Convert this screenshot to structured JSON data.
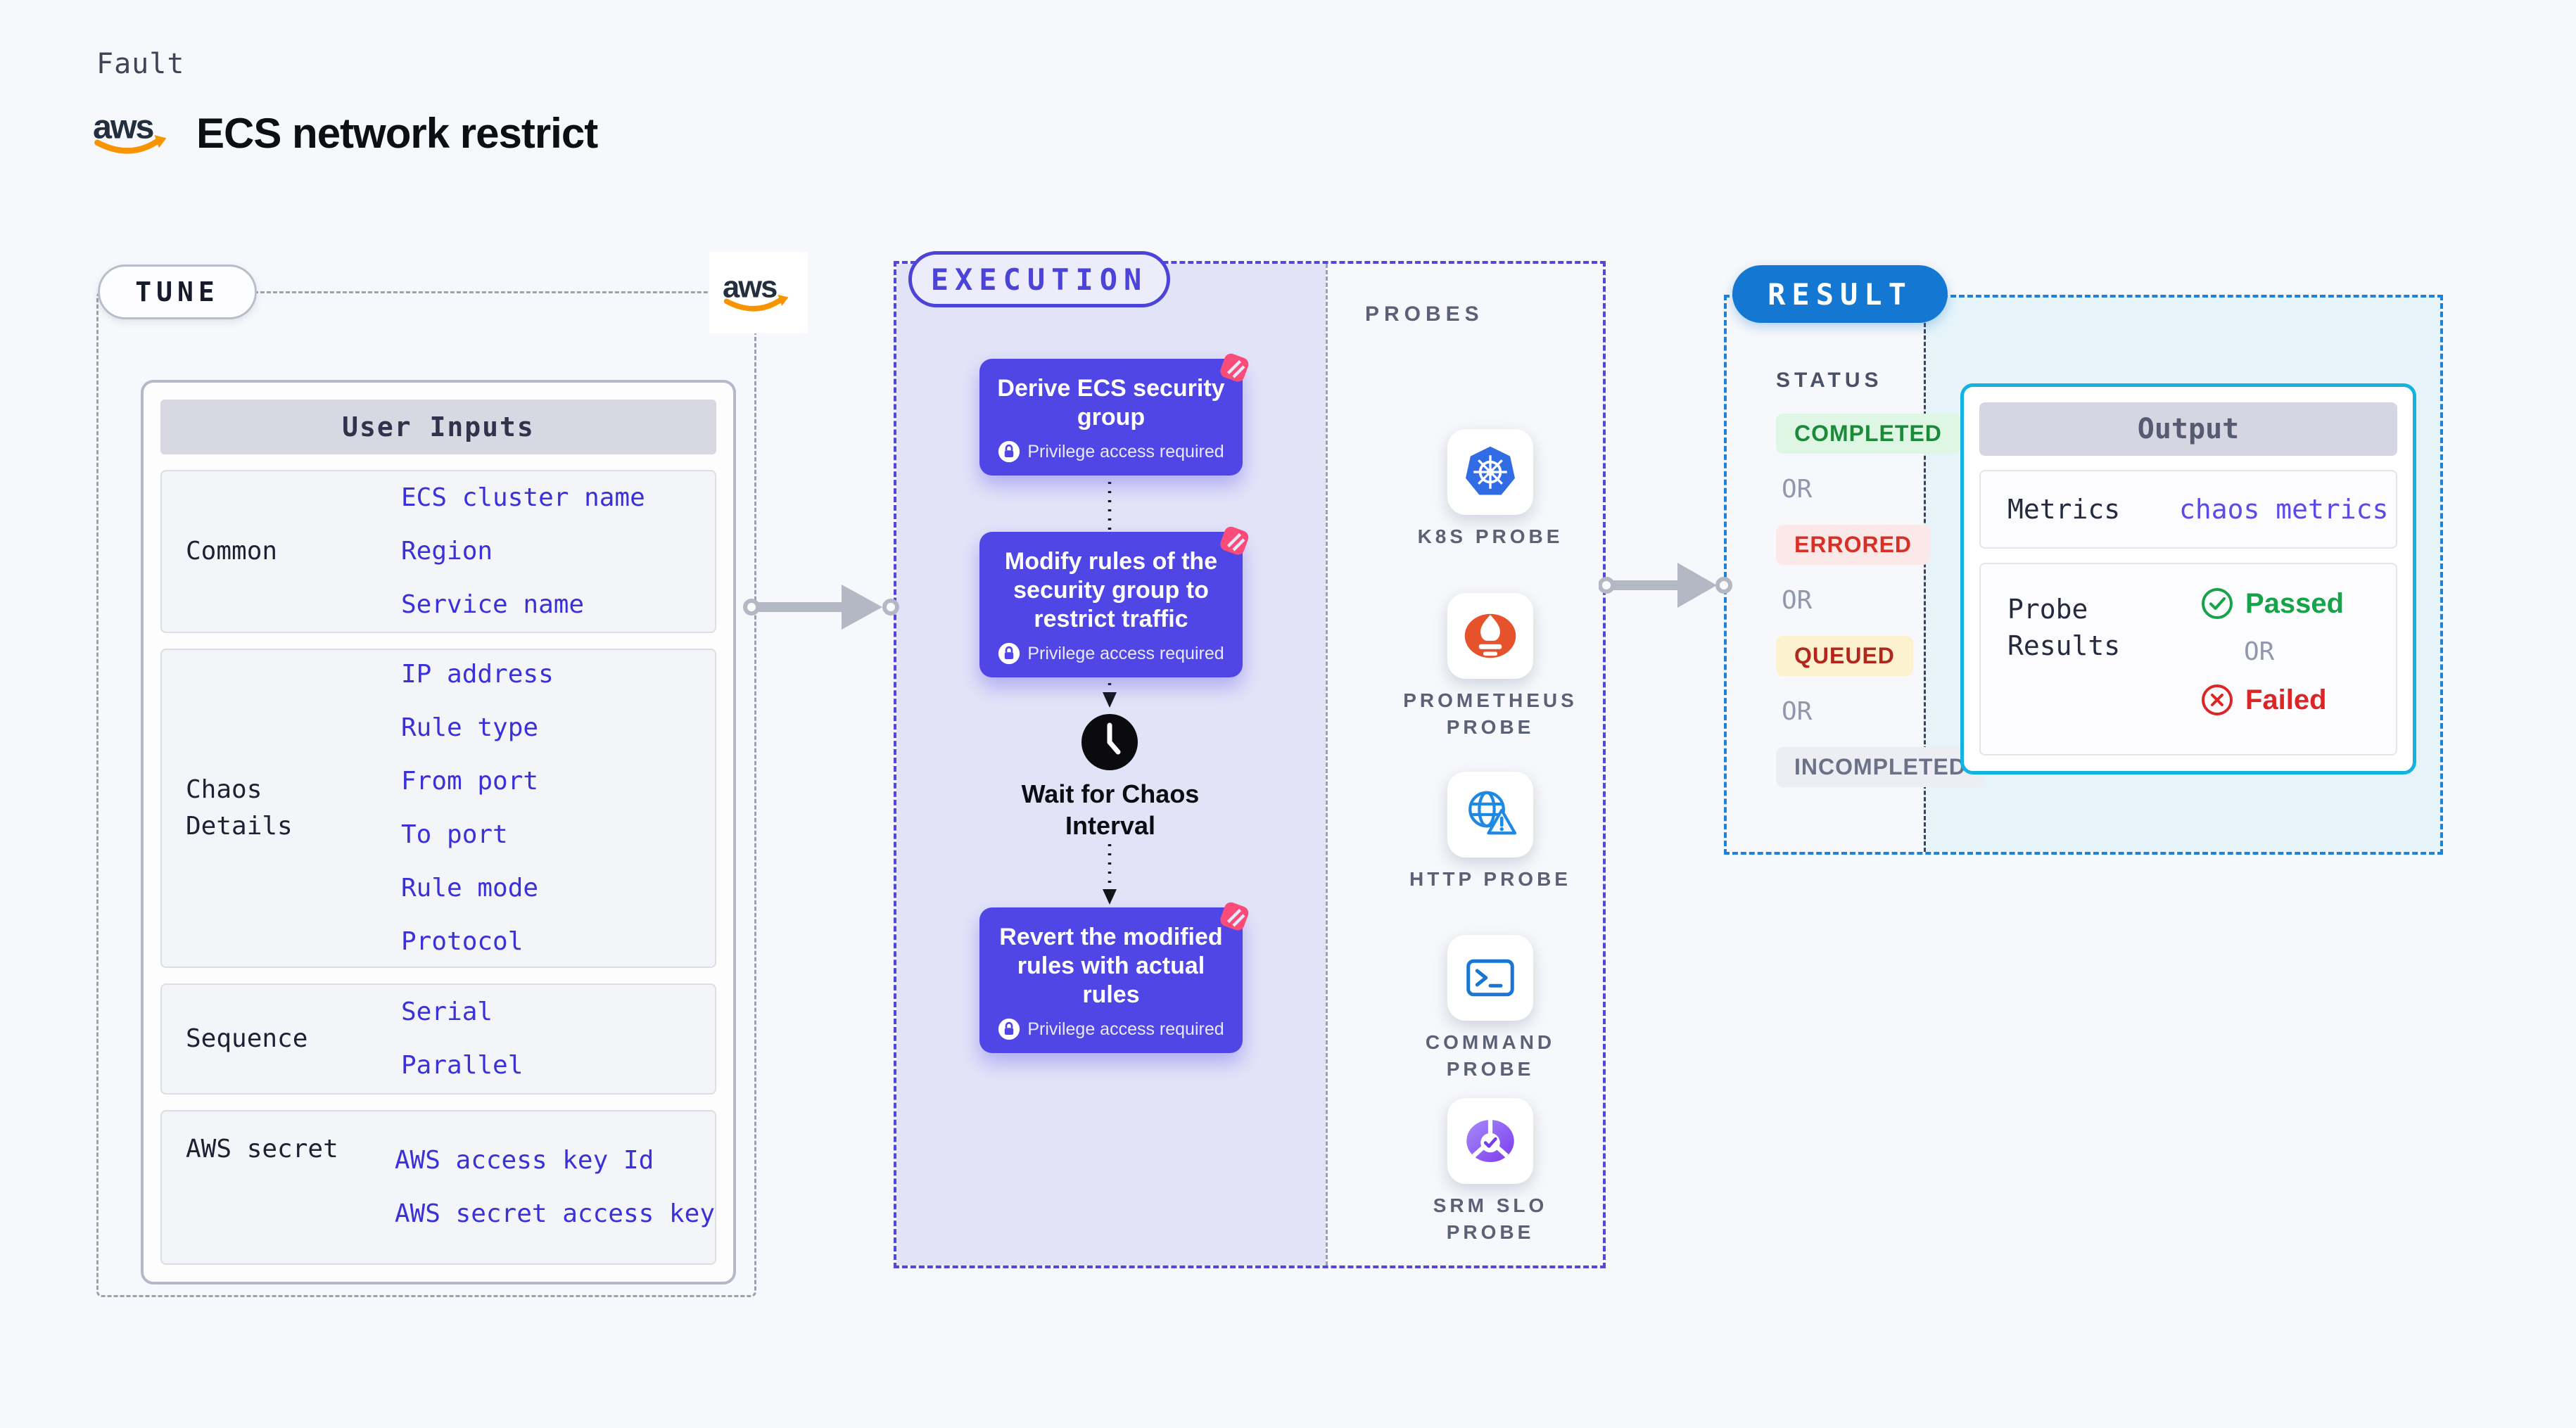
{
  "page": {
    "kicker": "Fault",
    "title": "ECS network restrict",
    "aws_wordmark": "aws"
  },
  "colors": {
    "page_bg": "#f7f8fb",
    "indigo": "#4f46e5",
    "lavender_panel": "#e3e3f8",
    "pink_mark": "#fb4b78",
    "gray_dash": "#9ba1af",
    "result_blue": "#1478d2",
    "result_dash_blue": "#1e82d9",
    "cyan_panel": "#e6f4fa",
    "output_border": "#14b2de",
    "tune_link_blue": "#3a31d8",
    "metrics_blue": "#5b4ae6",
    "passed_green": "#16a34a",
    "failed_red": "#dc2626",
    "aws_orange": "#f79400",
    "aws_navy": "#232f3e",
    "k8s_blue": "#326ce5",
    "prometheus_orange": "#e6522c",
    "http_blue": "#1e88e5",
    "terminal_blue": "#1976d2",
    "srm_purple": "#7c3aed"
  },
  "tune": {
    "tag": "TUNE",
    "header": "User Inputs",
    "rows": [
      {
        "label": "Common",
        "values": [
          "ECS cluster name",
          "Region",
          "Service name"
        ]
      },
      {
        "label": "Chaos Details",
        "values": [
          "IP address",
          "Rule type",
          "From port",
          "To port",
          "Rule mode",
          "Protocol"
        ]
      },
      {
        "label": "Sequence",
        "values": [
          "Serial",
          "Parallel"
        ]
      },
      {
        "label": "AWS secret",
        "values": [
          "AWS access key Id",
          "AWS secret access key"
        ]
      }
    ]
  },
  "execution": {
    "tag": "EXECUTION",
    "privilege_badge": "Privilege access required",
    "steps": [
      {
        "title": "Derive ECS security group"
      },
      {
        "title": "Modify rules of the security group to restrict traffic"
      },
      {
        "title": "Revert the modified rules with actual rules"
      }
    ],
    "wait_label": "Wait for Chaos Interval"
  },
  "probes": {
    "tag": "PROBES",
    "items": [
      {
        "name": "K8S PROBE",
        "icon": "kubernetes-icon"
      },
      {
        "name": "PROMETHEUS PROBE",
        "icon": "prometheus-icon"
      },
      {
        "name": "HTTP PROBE",
        "icon": "http-globe-icon"
      },
      {
        "name": "COMMAND PROBE",
        "icon": "terminal-icon"
      },
      {
        "name": "SRM SLO PROBE",
        "icon": "srm-slo-icon"
      }
    ]
  },
  "result": {
    "tag": "RESULT",
    "status_label": "STATUS",
    "or_label": "OR",
    "statuses": [
      {
        "label": "COMPLETED",
        "fg": "#1b8a3a",
        "bg": "#e0f6e5"
      },
      {
        "label": "ERRORED",
        "fg": "#d93025",
        "bg": "#fbe9e9"
      },
      {
        "label": "QUEUED",
        "fg": "#b3261e",
        "bg": "#fcf2cf"
      },
      {
        "label": "INCOMPLETED",
        "fg": "#6b7288",
        "bg": "#eceef4"
      }
    ],
    "output": {
      "header": "Output",
      "metrics_label": "Metrics",
      "metrics_value": "chaos metrics",
      "probe_results_label": "Probe Results",
      "passed_label": "Passed",
      "failed_label": "Failed"
    }
  }
}
